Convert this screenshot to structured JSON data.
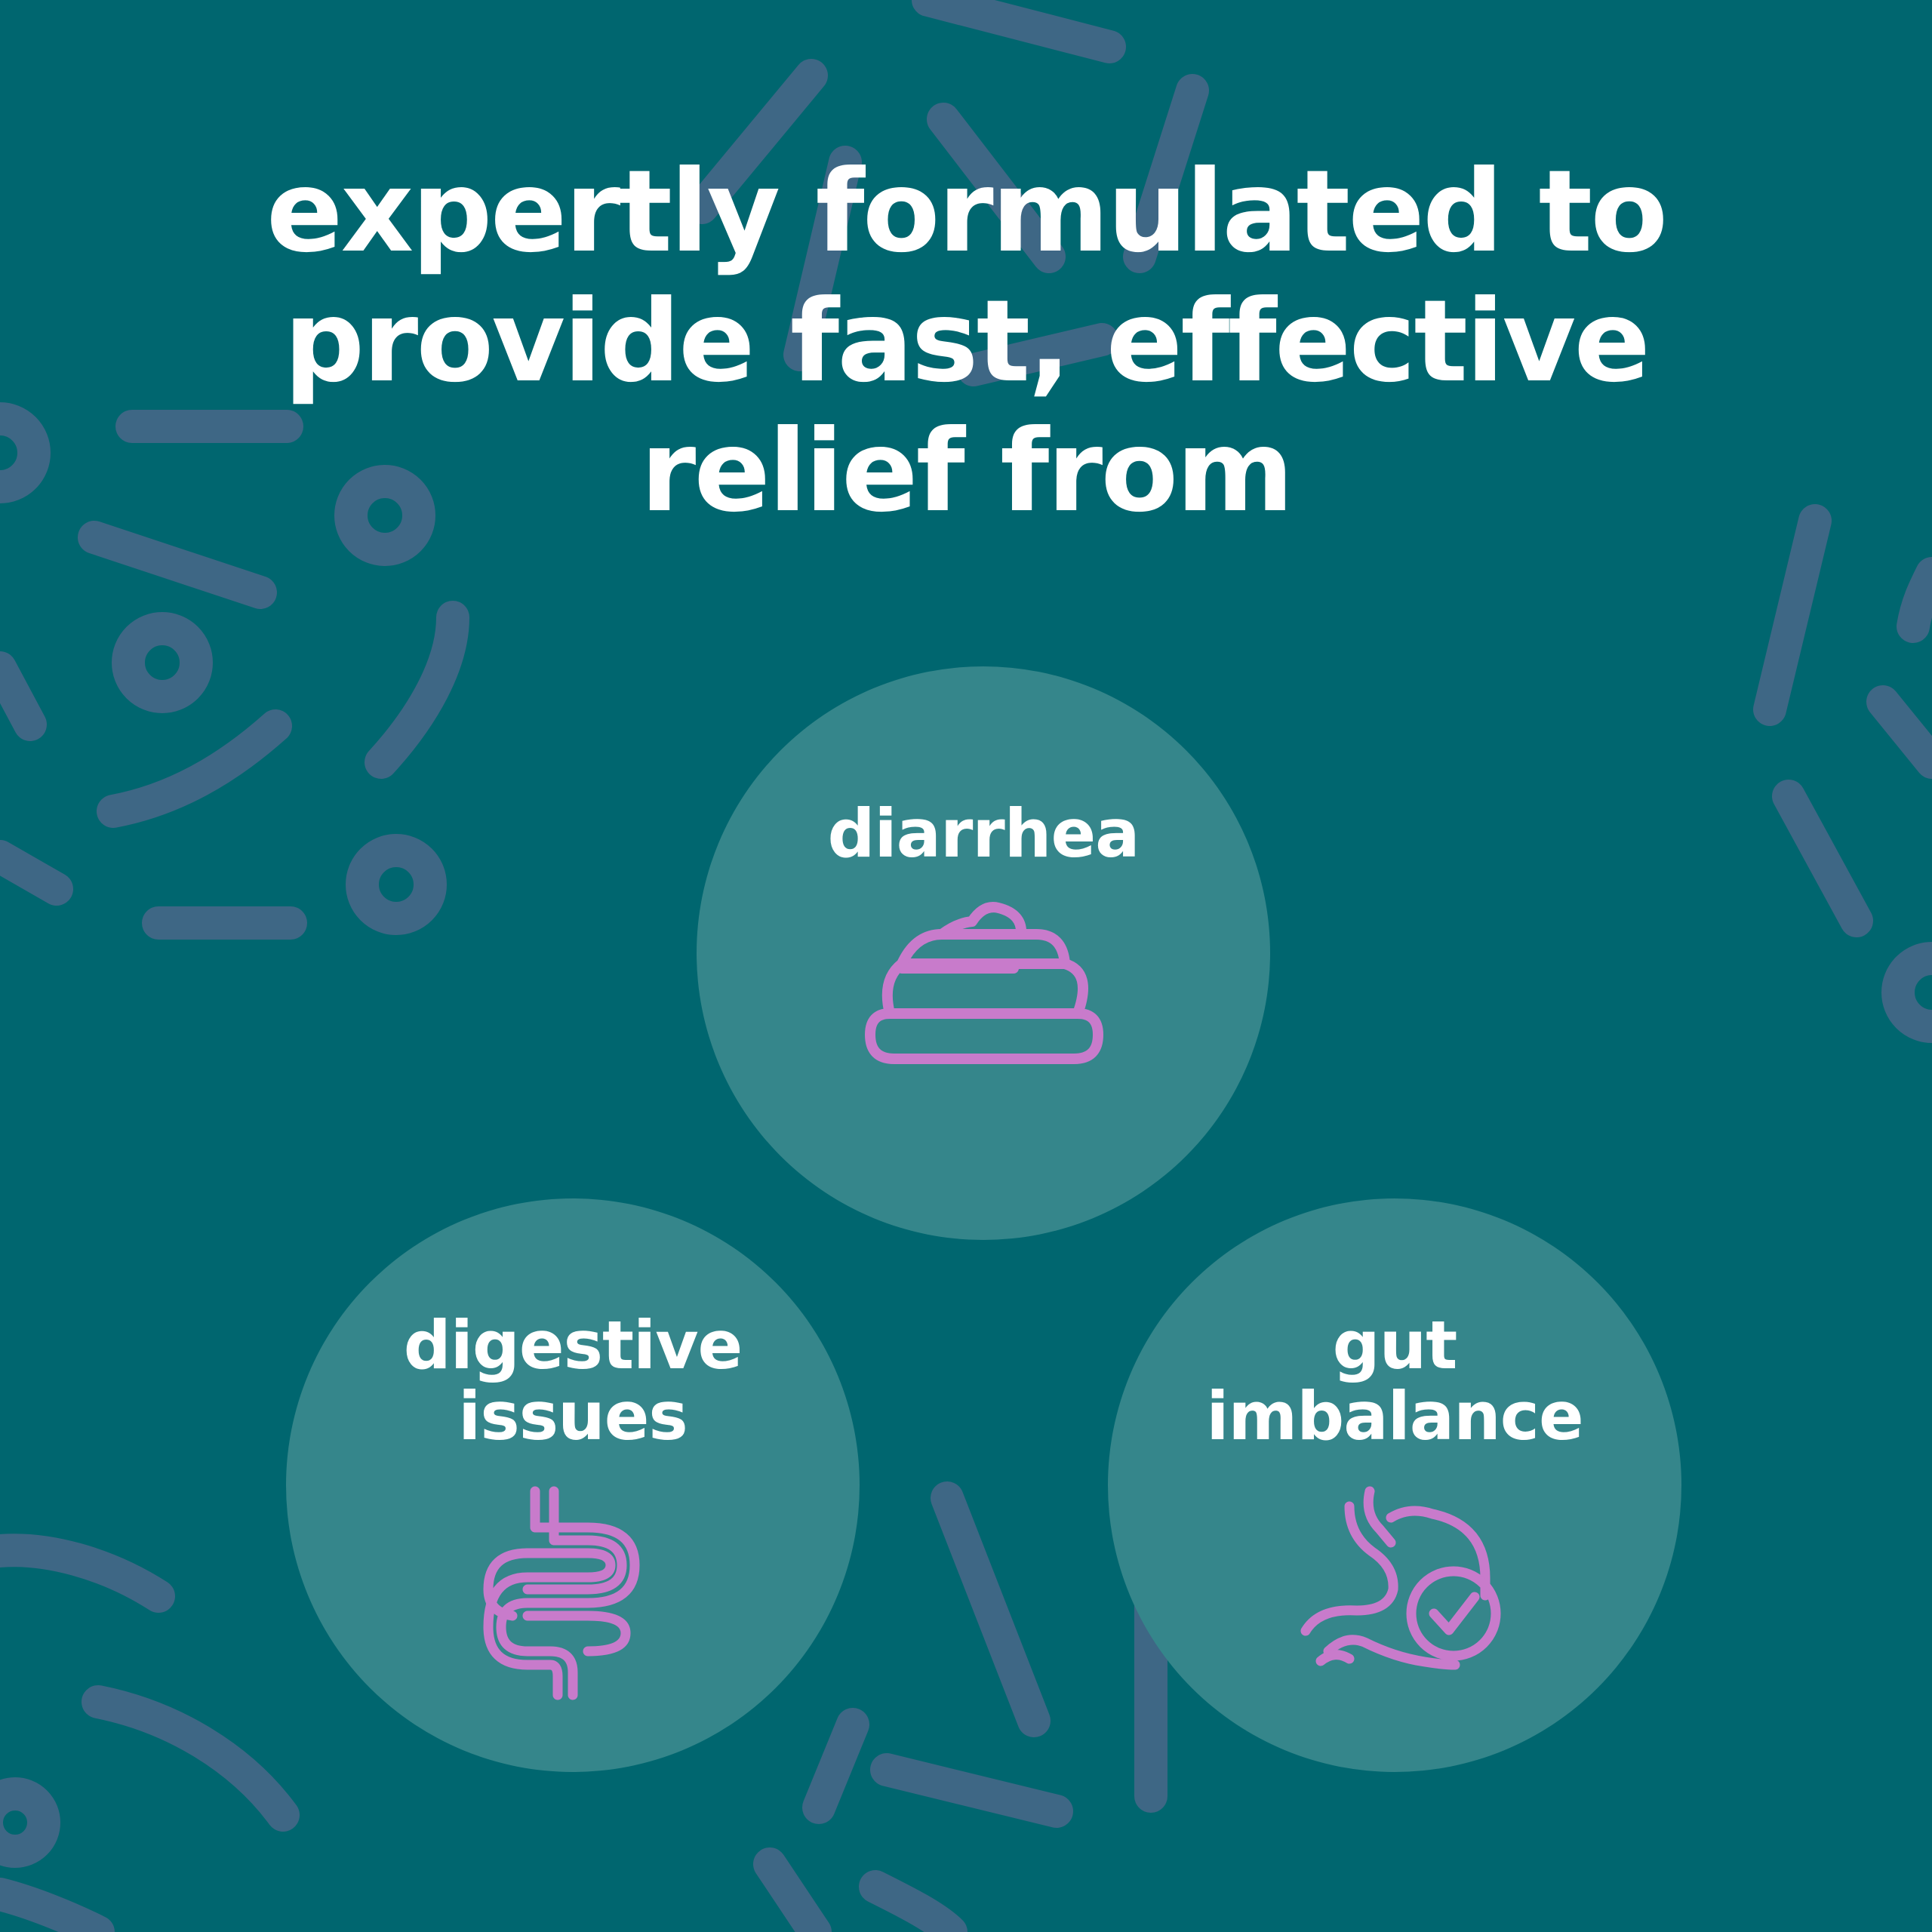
{
  "headline": {
    "lines": [
      "expertly formulated to",
      "provide fast, effective",
      "relief from"
    ]
  },
  "benefits": [
    {
      "lines": [
        "diarrhea"
      ],
      "icon": "poop-icon"
    },
    {
      "lines": [
        "digestive",
        "issues"
      ],
      "icon": "intestine-icon"
    },
    {
      "lines": [
        "gut",
        "imbalance"
      ],
      "icon": "stomach-check-icon"
    }
  ],
  "colors": {
    "background": "#00666f",
    "circle_fill": "#35868b",
    "pattern": "#3e6785",
    "icon_stroke": "#c87bcb",
    "text": "#ffffff"
  }
}
